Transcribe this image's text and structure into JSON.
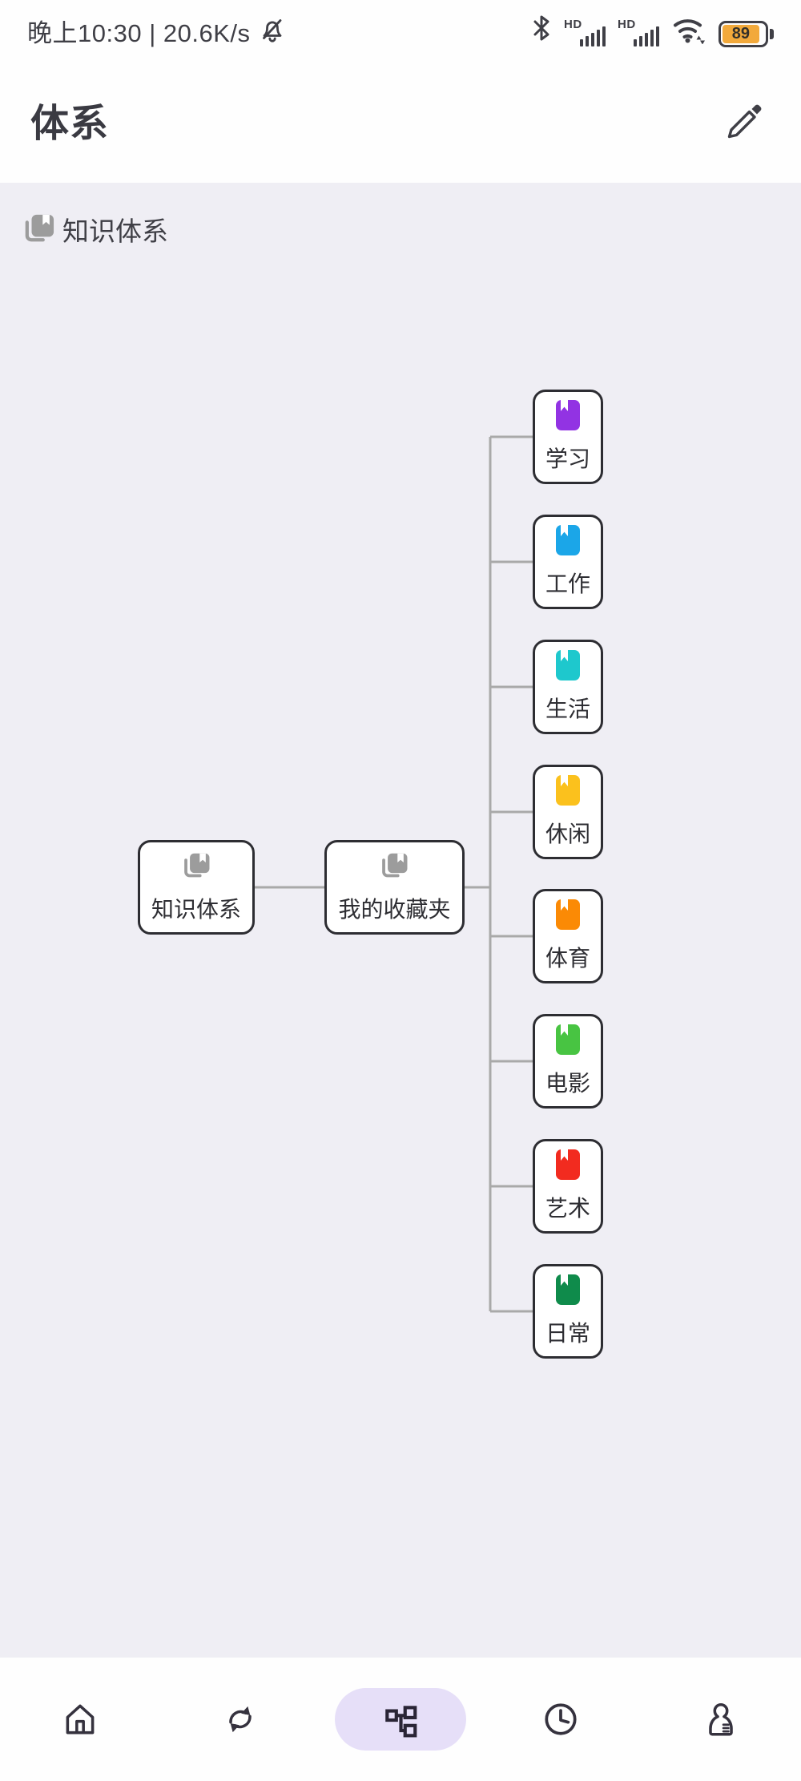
{
  "status_bar": {
    "time_text": "晚上10:30 | 20.6K/s",
    "hd_label": "HD",
    "battery": {
      "level": "89",
      "fill_color": "#F2A93B"
    },
    "icon_names": [
      "bell-muted-icon",
      "bluetooth-icon",
      "signal-hd-icon",
      "signal-hd-icon",
      "wifi-icon",
      "battery-icon"
    ]
  },
  "header": {
    "title": "体系",
    "edit_icon": "pencil-edit-icon"
  },
  "content": {
    "breadcrumb_label": "知识体系",
    "breadcrumb_icon": "book-stack-icon"
  },
  "mindmap": {
    "line_color": "#A9A9A9",
    "node_border_color": "#2D2D32",
    "root": {
      "label": "知识体系",
      "icon": "book-stack-icon",
      "icon_color": "#9C9C9C"
    },
    "parent": {
      "label": "我的收藏夹",
      "icon": "book-stack-icon",
      "icon_color": "#9C9C9C"
    },
    "children": [
      {
        "label": "学习",
        "icon": "book-icon",
        "color": "#9233E3"
      },
      {
        "label": "工作",
        "icon": "book-icon",
        "color": "#1BA6E8"
      },
      {
        "label": "生活",
        "icon": "book-icon",
        "color": "#1EC8CD"
      },
      {
        "label": "休闲",
        "icon": "book-icon",
        "color": "#FBC11D"
      },
      {
        "label": "体育",
        "icon": "book-icon",
        "color": "#FB8A05"
      },
      {
        "label": "电影",
        "icon": "book-icon",
        "color": "#48C442"
      },
      {
        "label": "艺术",
        "icon": "book-icon",
        "color": "#F22B1F"
      },
      {
        "label": "日常",
        "icon": "book-icon",
        "color": "#0F8B4B"
      }
    ]
  },
  "nav": {
    "active_bg": "#E6DFF8",
    "items": [
      {
        "icon": "home-icon",
        "active": false
      },
      {
        "icon": "sync-icon",
        "active": false
      },
      {
        "icon": "mindmap-tree-icon",
        "active": true
      },
      {
        "icon": "history-clock-icon",
        "active": false
      },
      {
        "icon": "profile-icon",
        "active": false
      }
    ]
  }
}
